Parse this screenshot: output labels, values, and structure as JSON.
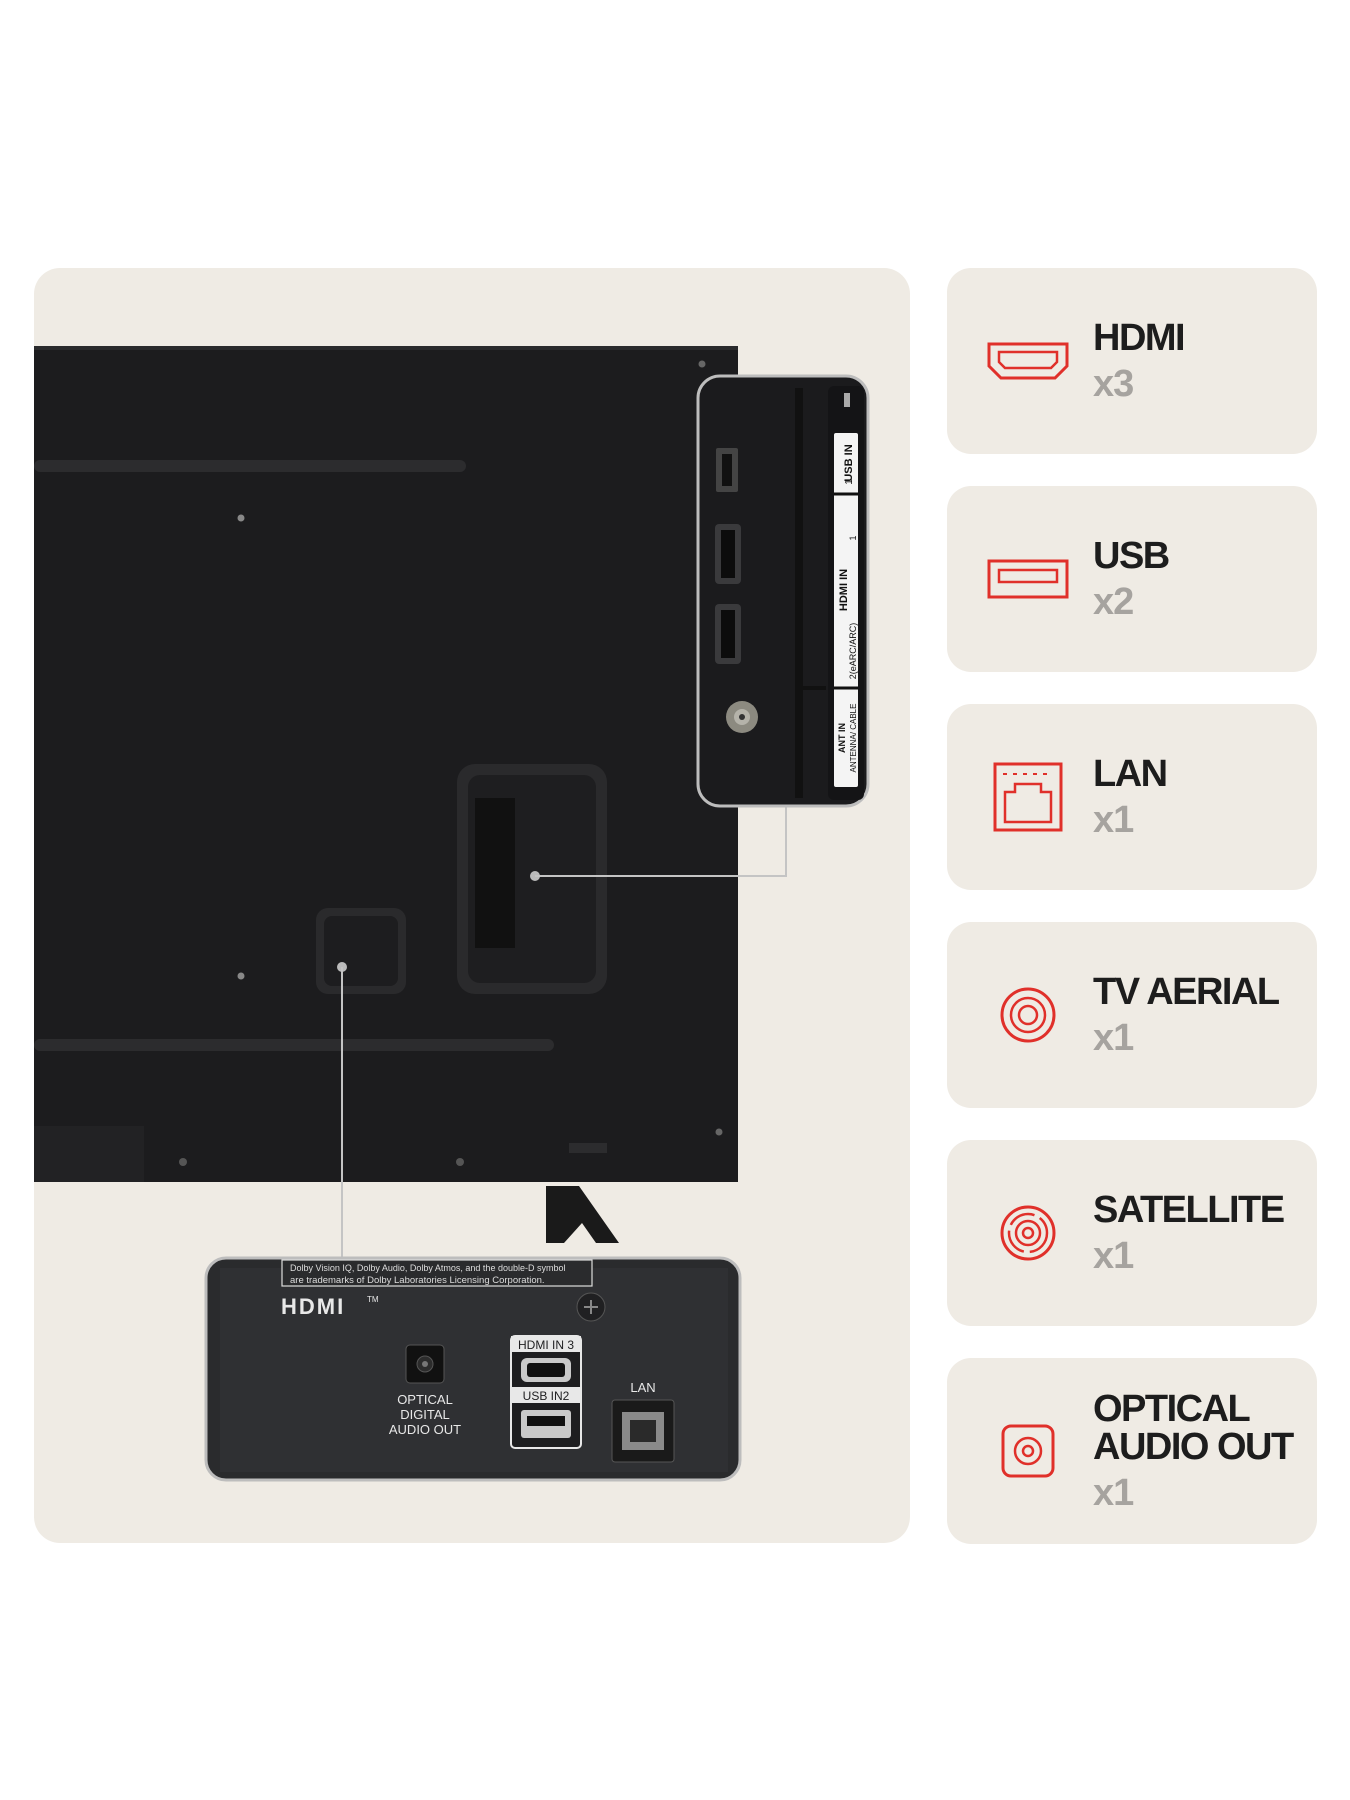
{
  "ports": [
    {
      "name": "HDMI",
      "count": "x3",
      "icon": "hdmi-icon"
    },
    {
      "name": "USB",
      "count": "x2",
      "icon": "usb-icon"
    },
    {
      "name": "LAN",
      "count": "x1",
      "icon": "lan-icon"
    },
    {
      "name": "TV AERIAL",
      "count": "x1",
      "icon": "aerial-icon"
    },
    {
      "name": "SATELLITE",
      "count": "x1",
      "icon": "satellite-icon"
    },
    {
      "name": "OPTICAL AUDIO OUT",
      "count": "x1",
      "icon": "optical-icon"
    }
  ],
  "side_panel": {
    "usb_in": "USB IN",
    "usb_in_num": "1",
    "hdmi_in": "HDMI IN",
    "hdmi_in_num": "1",
    "hdmi_in_2": "2(eARC/ARC)",
    "ant_in": "ANT IN",
    "antenna_cable": "ANTENNA/ CABLE"
  },
  "bottom_panel": {
    "notice_line1": "Dolby Vision IQ, Dolby Audio, Dolby Atmos, and the double-D symbol",
    "notice_line2": "are trademarks of Dolby Laboratories Licensing Corporation.",
    "hdmi_logo": "HDMI",
    "tm": "TM",
    "optical_l1": "OPTICAL",
    "optical_l2": "DIGITAL",
    "optical_l3": "AUDIO OUT",
    "hdmi_in3": "HDMI IN 3",
    "usb_in2": "USB IN2",
    "lan": "LAN"
  },
  "colors": {
    "accent_red": "#e0302a",
    "card_bg": "#efebe4",
    "tv_body": "#1c1c1e"
  }
}
